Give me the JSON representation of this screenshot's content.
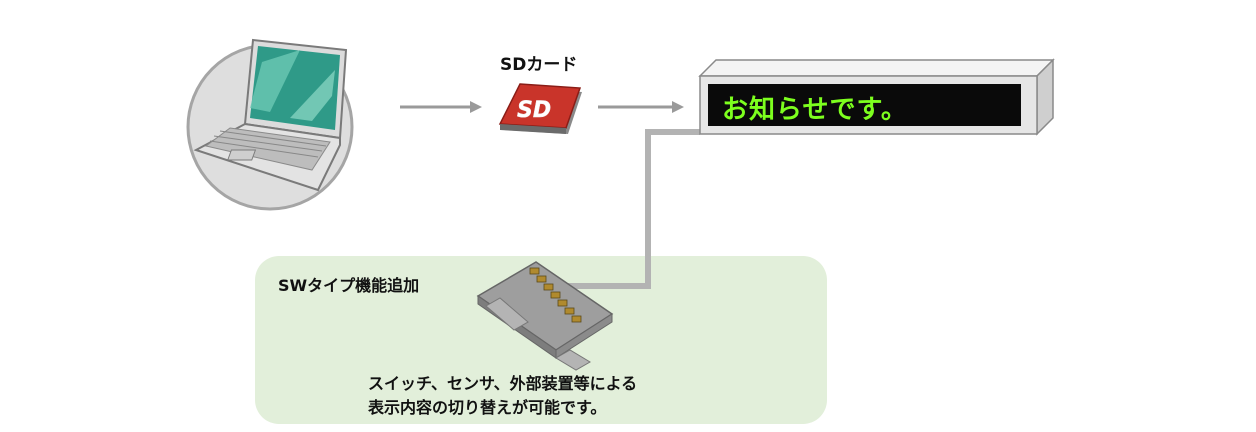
{
  "sd_card": {
    "label": "SDカード",
    "logo_text": "SD"
  },
  "sign_board": {
    "message": "お知らせです。",
    "text_color": "#7dff1e"
  },
  "sw_option": {
    "title": "SWタイプ機能追加",
    "description_line1": "スイッチ、センサ、外部装置等による",
    "description_line2": "表示内容の切り替えが可能です。",
    "panel_color": "#e2efda"
  },
  "icons": [
    "laptop-icon",
    "sd-card-icon",
    "led-sign-board",
    "controller-unit-icon",
    "arrow-icon"
  ]
}
